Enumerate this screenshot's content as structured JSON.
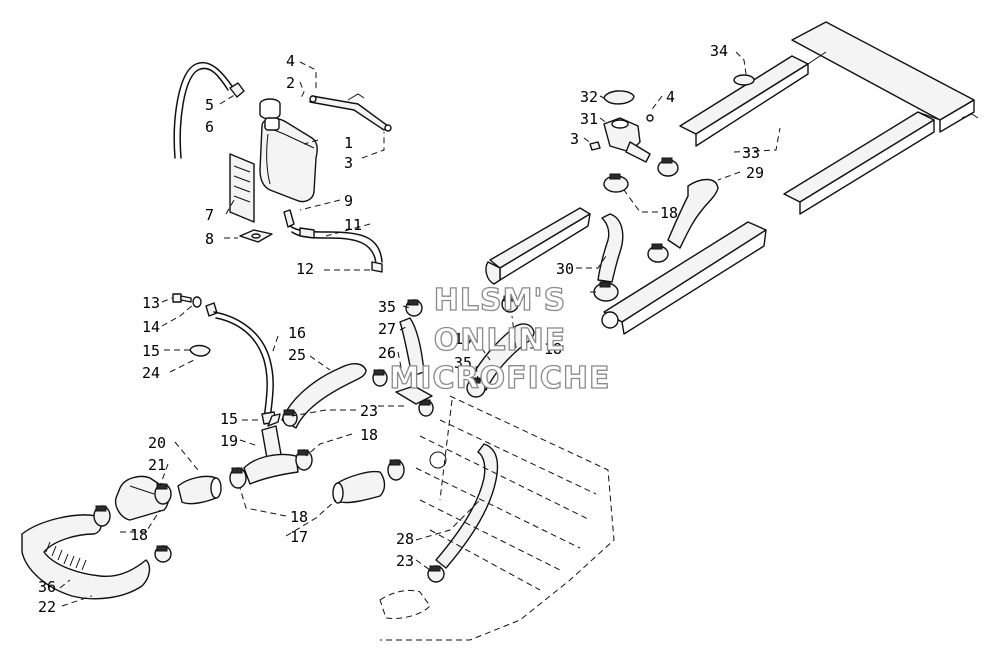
{
  "watermark": {
    "line1": "HLSM'S",
    "line2": "ONLINE",
    "line3": "MICROFICHE"
  },
  "callouts": [
    {
      "id": "c1",
      "text": "1"
    },
    {
      "id": "c2",
      "text": "2"
    },
    {
      "id": "c3a",
      "text": "3"
    },
    {
      "id": "c4a",
      "text": "4"
    },
    {
      "id": "c5",
      "text": "5"
    },
    {
      "id": "c6",
      "text": "6"
    },
    {
      "id": "c7",
      "text": "7"
    },
    {
      "id": "c8",
      "text": "8"
    },
    {
      "id": "c9",
      "text": "9"
    },
    {
      "id": "c11",
      "text": "11"
    },
    {
      "id": "c12",
      "text": "12"
    },
    {
      "id": "c13",
      "text": "13"
    },
    {
      "id": "c14",
      "text": "14"
    },
    {
      "id": "c15a",
      "text": "15"
    },
    {
      "id": "c24",
      "text": "24"
    },
    {
      "id": "c16",
      "text": "16"
    },
    {
      "id": "c25",
      "text": "25"
    },
    {
      "id": "c15b",
      "text": "15"
    },
    {
      "id": "c19",
      "text": "19"
    },
    {
      "id": "c20",
      "text": "20"
    },
    {
      "id": "c21",
      "text": "21"
    },
    {
      "id": "c18a",
      "text": "18"
    },
    {
      "id": "c36",
      "text": "36"
    },
    {
      "id": "c22",
      "text": "22"
    },
    {
      "id": "c18b",
      "text": "18"
    },
    {
      "id": "c17",
      "text": "17"
    },
    {
      "id": "c18c",
      "text": "18"
    },
    {
      "id": "c23a",
      "text": "23"
    },
    {
      "id": "c35a",
      "text": "35"
    },
    {
      "id": "c27",
      "text": "27"
    },
    {
      "id": "c26",
      "text": "26"
    },
    {
      "id": "c10",
      "text": "10"
    },
    {
      "id": "c35b",
      "text": "35"
    },
    {
      "id": "c18d",
      "text": "18"
    },
    {
      "id": "c28",
      "text": "28"
    },
    {
      "id": "c23b",
      "text": "23"
    },
    {
      "id": "c32",
      "text": "32"
    },
    {
      "id": "c4b",
      "text": "4"
    },
    {
      "id": "c31",
      "text": "31"
    },
    {
      "id": "c3b",
      "text": "3"
    },
    {
      "id": "c18e",
      "text": "18"
    },
    {
      "id": "c29",
      "text": "29"
    },
    {
      "id": "c30",
      "text": "30"
    },
    {
      "id": "c34",
      "text": "34"
    },
    {
      "id": "c33",
      "text": "33"
    }
  ]
}
